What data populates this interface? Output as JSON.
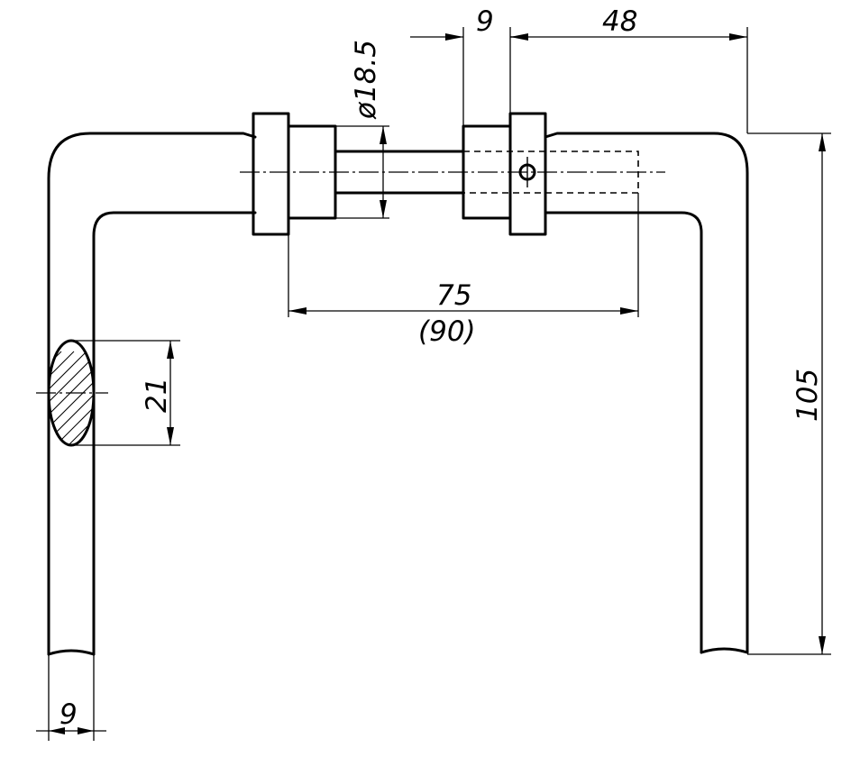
{
  "dimensions": {
    "top_flange_width": "9",
    "top_offset": "48",
    "spindle_diameter": "ø18.5",
    "spindle_length": "75",
    "spindle_length_alt": "(90)",
    "section_height": "21",
    "total_height": "105",
    "bar_width": "9"
  }
}
